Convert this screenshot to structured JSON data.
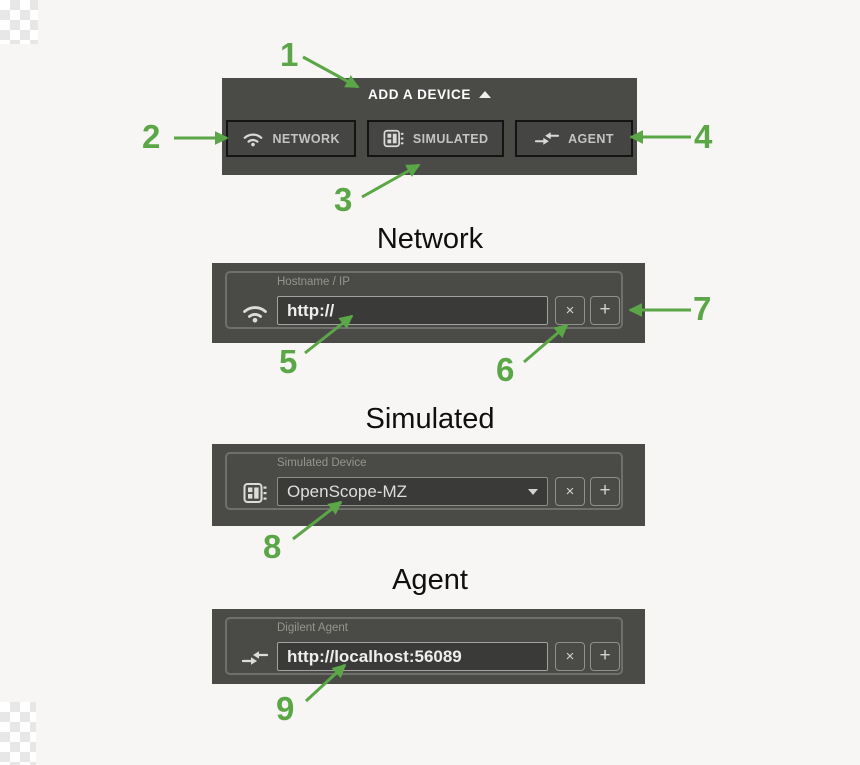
{
  "canvas": {
    "background": "#f7f6f5"
  },
  "colors": {
    "panel": "#4a4a47",
    "accent_green": "#5ba747",
    "input_background": "#3a3a38",
    "light_text": "#eeeeec",
    "dim_text": "#96968f"
  },
  "add_device_panel": {
    "title": "ADD A DEVICE",
    "caret_icon": "caret-up-icon",
    "buttons": [
      {
        "label": "NETWORK",
        "icon": "wifi-icon"
      },
      {
        "label": "SIMULATED",
        "icon": "chip-icon"
      },
      {
        "label": "AGENT",
        "icon": "agent-arrows-icon"
      }
    ]
  },
  "sections": {
    "network": {
      "title": "Network",
      "field_label": "Hostname / IP",
      "input_value": "http://",
      "icon": "wifi-icon",
      "close_label": "×",
      "add_label": "+"
    },
    "simulated": {
      "title": "Simulated",
      "field_label": "Simulated Device",
      "selected_option": "OpenScope-MZ",
      "icon": "chip-icon",
      "close_label": "×",
      "add_label": "+"
    },
    "agent": {
      "title": "Agent",
      "field_label": "Digilent Agent",
      "input_value": "http://localhost:56089",
      "icon": "agent-arrows-icon",
      "close_label": "×",
      "add_label": "+"
    }
  },
  "annotations": [
    {
      "label": "1"
    },
    {
      "label": "2"
    },
    {
      "label": "3"
    },
    {
      "label": "4"
    },
    {
      "label": "5"
    },
    {
      "label": "6"
    },
    {
      "label": "7"
    },
    {
      "label": "8"
    },
    {
      "label": "9"
    }
  ]
}
